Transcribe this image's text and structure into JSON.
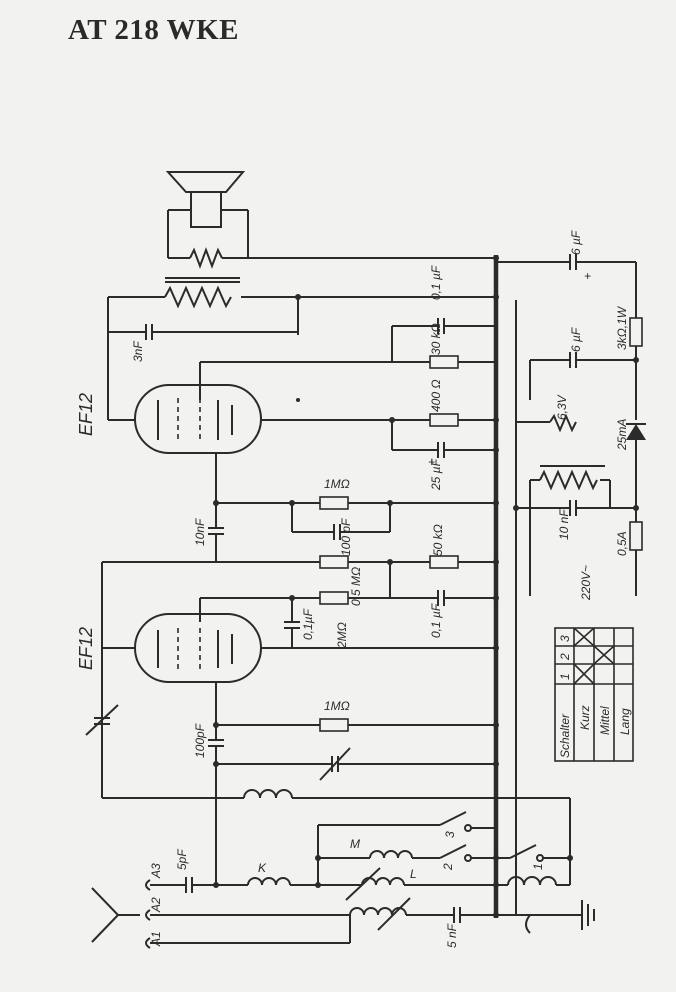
{
  "title": "AT 218 WKE",
  "tubes": [
    "EF12",
    "EF12"
  ],
  "labels": {
    "c_6uF_top": "6 µF",
    "c_01uF_top": "0,1 µF",
    "r_30k": "30 kΩ",
    "c_3nF": "3nF",
    "c_6uF_mid": "6 µF",
    "r_3k": "3kΩ,1W",
    "r_400": "400 Ω",
    "lamp_63v": "6,3V",
    "diode_25mA": "25mA",
    "c_25uF": "25 µF",
    "r_1M_top": "1MΩ",
    "c_10nF_left": "10nF",
    "c_100pF_mid": "100 pF",
    "c_10nF_right": "10 nF",
    "mains": "220V~",
    "fuse": "0,5A",
    "r_05M": "0,5 MΩ",
    "r_50k": "50 kΩ",
    "r_2M": "2MΩ",
    "c_01uF_grid": "0,1µF",
    "c_01uF_low": "0,1 µF",
    "r_1M_low": "1MΩ",
    "c_100pF_low": "100pF",
    "c_5pF": "5pF",
    "coil_K": "K",
    "coil_M": "M",
    "coil_L": "L",
    "c_5nF": "5 nF",
    "ant_A1": "A1",
    "ant_A2": "A2",
    "ant_A3": "A3",
    "sw_1": "1",
    "sw_2": "2",
    "sw_3": "3"
  },
  "switch_table": {
    "header": [
      "Schalter",
      "1",
      "2",
      "3"
    ],
    "rows": [
      "Kurz",
      "Mittel",
      "Lang"
    ]
  }
}
